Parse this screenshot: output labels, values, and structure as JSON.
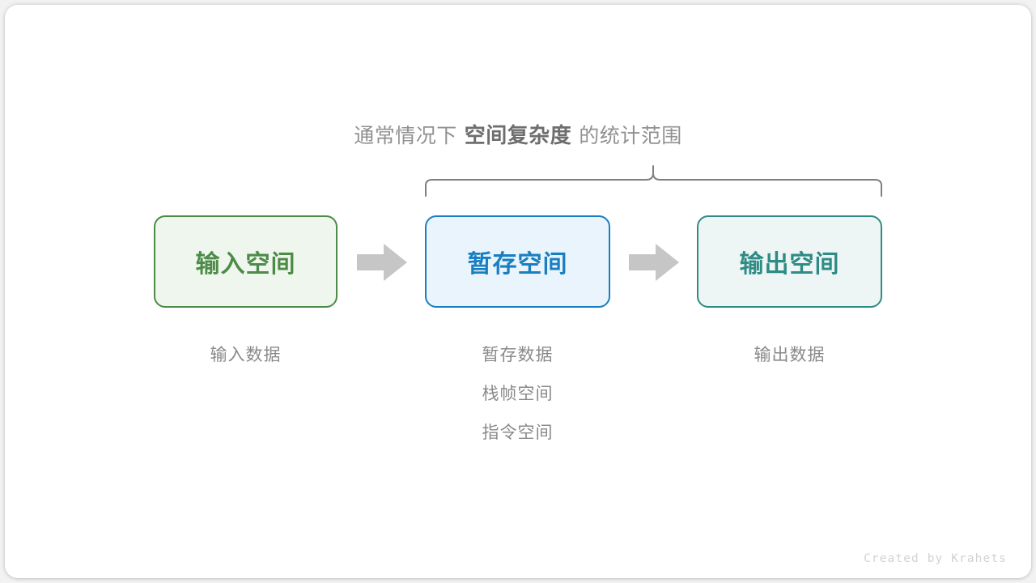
{
  "canvas": {
    "background": "#f2f2f2",
    "card_background": "#ffffff"
  },
  "heading": {
    "prefix": "通常情况下",
    "emphasis": "空间复杂度",
    "suffix": "的统计范围",
    "color": "#919191",
    "emphasis_color": "#6e6e6e"
  },
  "brace": {
    "name": "curly-brace",
    "color": "#808080",
    "spans": [
      "暂存空间",
      "输出空间"
    ]
  },
  "boxes": [
    {
      "label": "输入空间",
      "border_color": "#4d8b48",
      "fill_color": "#eff6ed",
      "text_color": "#4d8b48"
    },
    {
      "label": "暂存空间",
      "border_color": "#1a7fc1",
      "fill_color": "#e9f4fc",
      "text_color": "#1a7fc1"
    },
    {
      "label": "输出空间",
      "border_color": "#2f8b85",
      "fill_color": "#edf6f4",
      "text_color": "#2f8b85"
    }
  ],
  "arrows": [
    {
      "name": "arrow-input-to-temp",
      "color": "#c6c6c6"
    },
    {
      "name": "arrow-temp-to-output",
      "color": "#c6c6c6"
    }
  ],
  "captions": {
    "color": "#8a8a8a",
    "input": [
      "输入数据"
    ],
    "temp": [
      "暂存数据",
      "栈帧空间",
      "指令空间"
    ],
    "output": [
      "输出数据"
    ]
  },
  "credit": {
    "text": "Created by Krahets",
    "color": "#d2d2d2"
  }
}
